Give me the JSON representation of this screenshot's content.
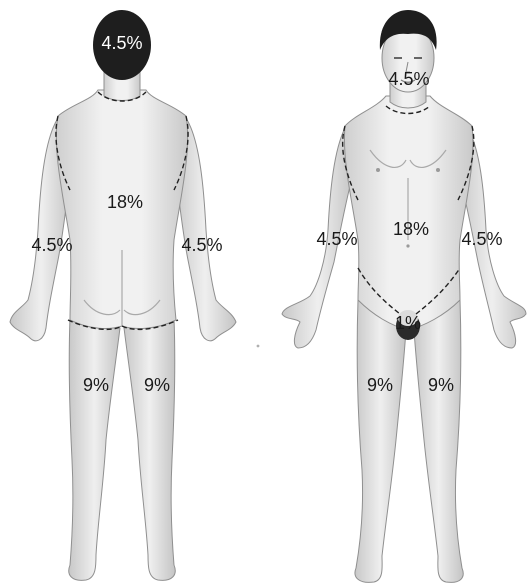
{
  "back_figure": {
    "head": "4.5%",
    "trunk": "18%",
    "left_arm": "4.5%",
    "right_arm": "4.5%",
    "left_leg": "9%",
    "right_leg": "9%"
  },
  "front_figure": {
    "head": "4.5%",
    "trunk": "18%",
    "left_arm": "4.5%",
    "right_arm": "4.5%",
    "genitals": "1%",
    "left_leg": "9%",
    "right_leg": "9%"
  }
}
